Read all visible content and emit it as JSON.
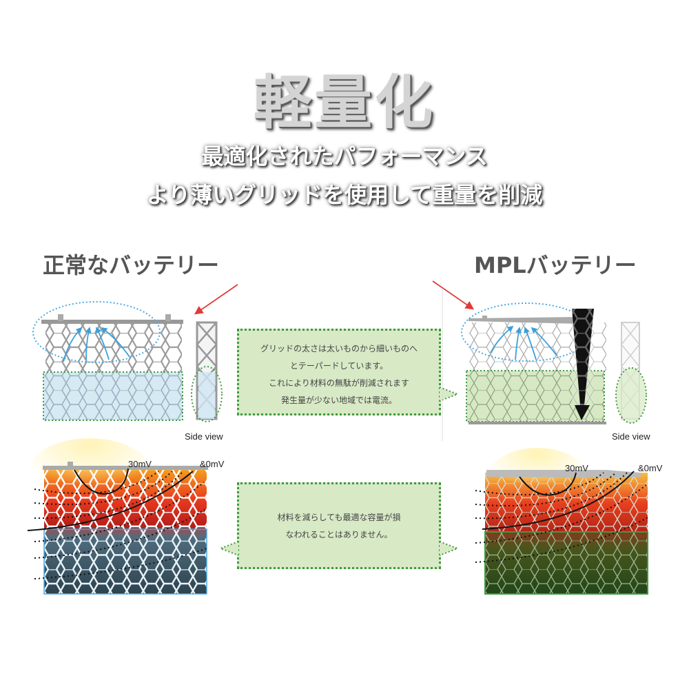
{
  "header": {
    "title": "軽量化",
    "subtitle1": "最適化されたパフォーマンス",
    "subtitle2": "より薄いグリッドを使用して重量を削減"
  },
  "labels": {
    "normal_battery": "正常なバッテリー",
    "mpl_battery": "MPLバッテリー"
  },
  "callouts": {
    "grid_thickness": [
      "グリッドの太さは太いものから細いものへ",
      "とテーパードしています。",
      "これにより材料の無駄が削減されます",
      "発生量が少ない地域では電流。"
    ],
    "capacity": [
      "材料を減らしても最適な容量が損",
      "なわれることはありません。"
    ]
  },
  "diagram_labels": {
    "side_view_left": "Side view",
    "side_view_right": "Side view",
    "mv_30_left": "30mV",
    "mv_80_left": "&0mV",
    "mv_30_right": "30mV",
    "mv_80_right": "&0mV"
  },
  "colors": {
    "callout_bg": "#d8e9c6",
    "callout_border": "#3f9a3f",
    "arrow_red": "#e03a3a",
    "flow_blue": "#3aa0dc",
    "dotted_blue": "#4aa8e0"
  }
}
